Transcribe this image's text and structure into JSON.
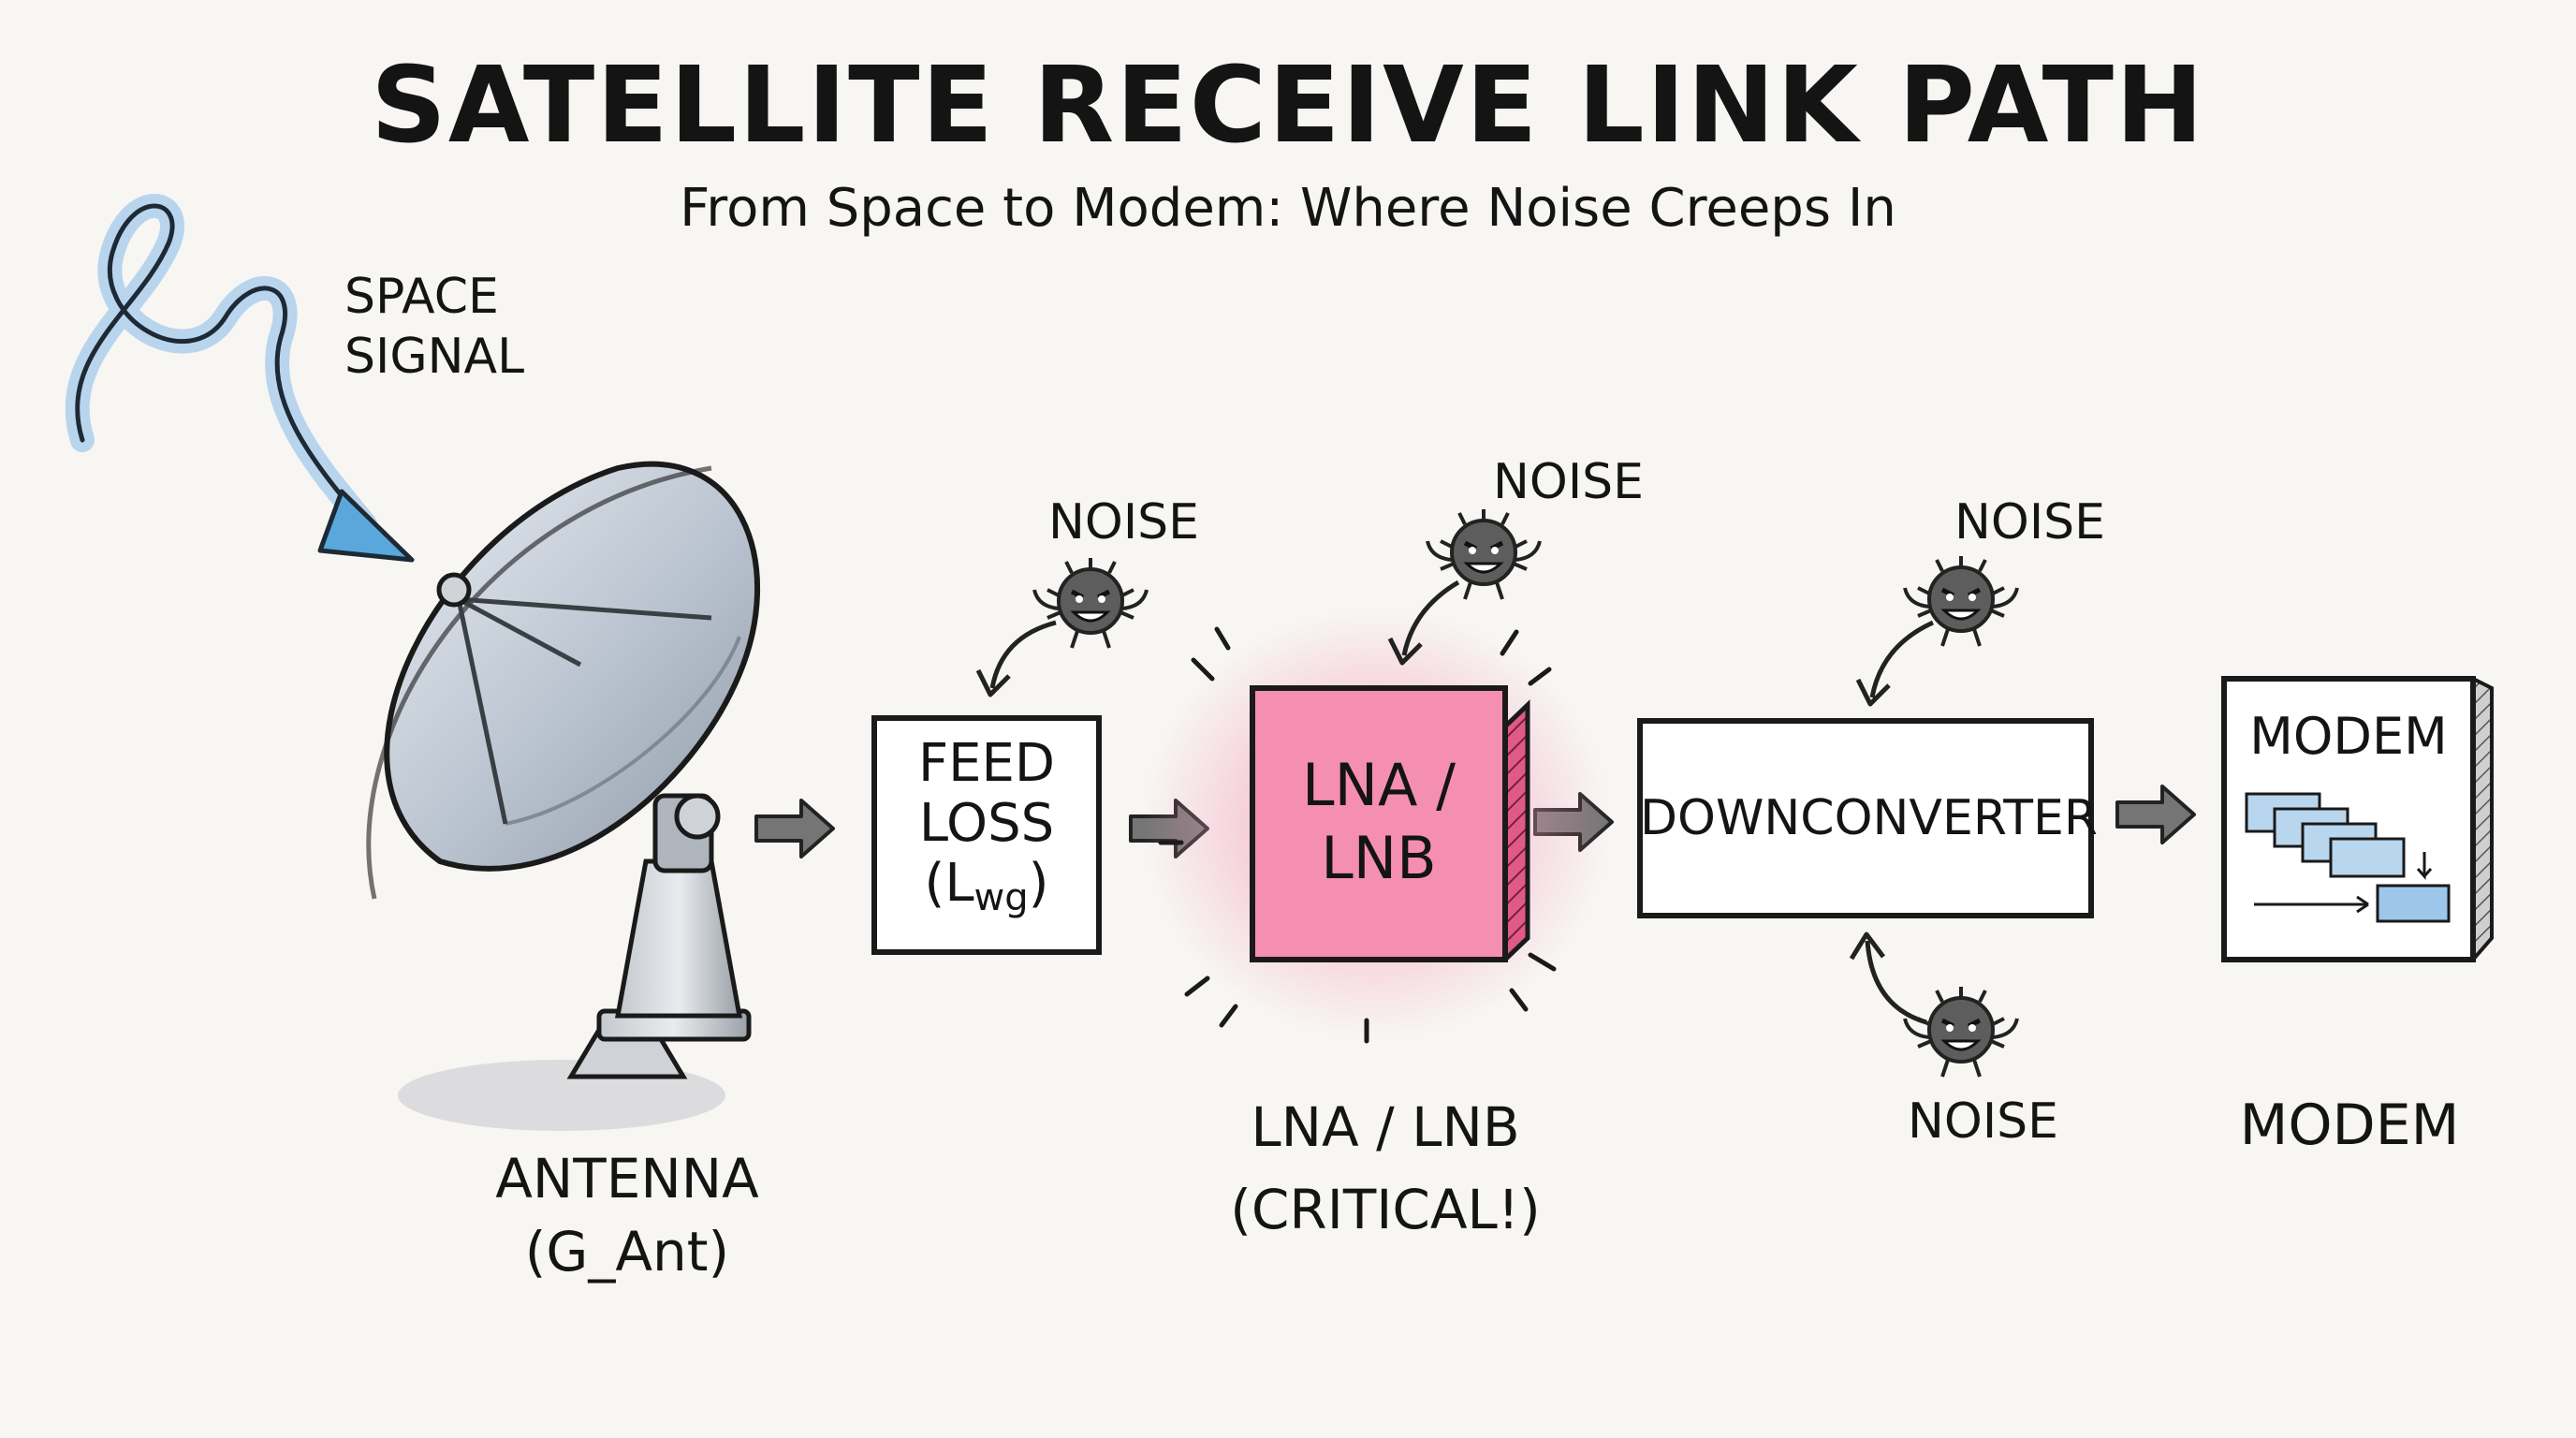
{
  "title": "SATELLITE RECEIVE LINK PATH",
  "subtitle": "From Space to Modem: Where Noise Creeps In",
  "signal": {
    "label_line1": "SPACE",
    "label_line2": "SIGNAL"
  },
  "antenna": {
    "label_line1": "ANTENNA",
    "label_line2": "(G_Ant)"
  },
  "feed": {
    "line1": "FEED",
    "line2": "LOSS",
    "line3_open": "(L",
    "line3_sub": "wg",
    "line3_close": ")"
  },
  "lna": {
    "line1": "LNA /",
    "line2": "LNB",
    "caption_line1": "LNA / LNB",
    "caption_line2": "(CRITICAL!)"
  },
  "downconverter": {
    "label": "DOWNCONVERTER"
  },
  "modem": {
    "box_label": "MODEM",
    "caption": "MODEM"
  },
  "noise": {
    "feed": "NOISE",
    "lna": "NOISE",
    "down_top": "NOISE",
    "down_bottom": "NOISE"
  },
  "colors": {
    "accent": "#f06a96",
    "signal": "#5aa7dc",
    "arrow": "#757575",
    "ink": "#1a1a1a"
  }
}
